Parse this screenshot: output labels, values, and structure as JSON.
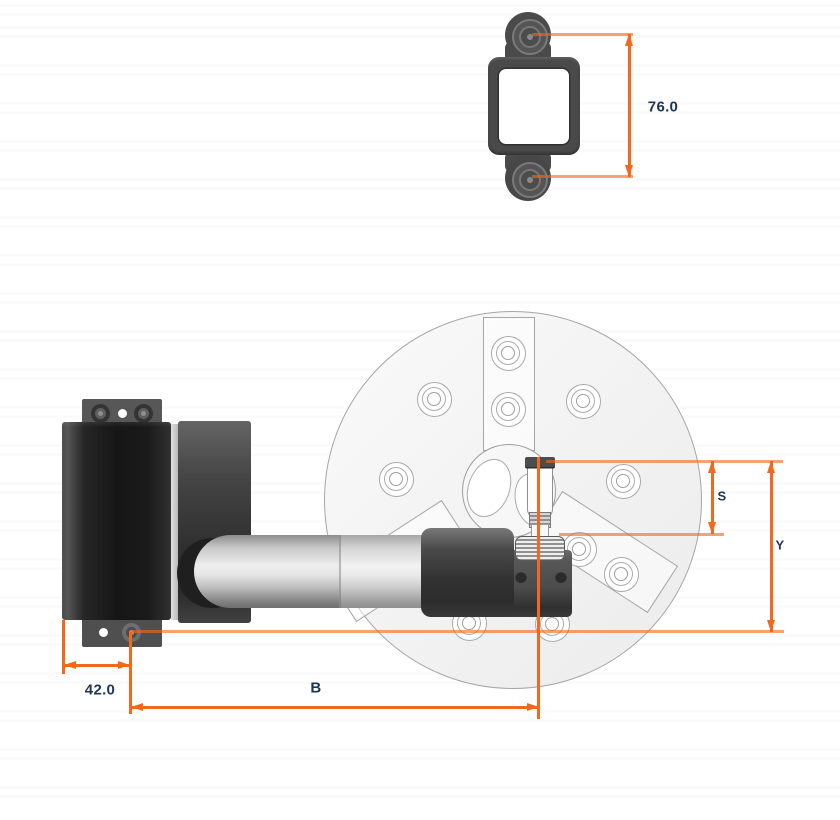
{
  "drawing": {
    "type": "engineering-dimension-drawing",
    "views": {
      "flange_top_view": "square mounting flange with two screw bosses",
      "main_side_view": "actuator body with tube arm, tool head and chuck disc"
    }
  },
  "dims": {
    "d76": "76.0",
    "d42": "42.0",
    "b": "B",
    "s": "S",
    "y": "Y"
  },
  "colors": {
    "dimension_line": "#F2691D",
    "dimension_text": "#1E3553",
    "wireframe_outline": "#A6A6A6",
    "part_dark": "#1D1D1D",
    "part_mid_gray": "#4A4A4A",
    "tube_light": "#E8E8E8",
    "background": "#FFFFFF"
  }
}
